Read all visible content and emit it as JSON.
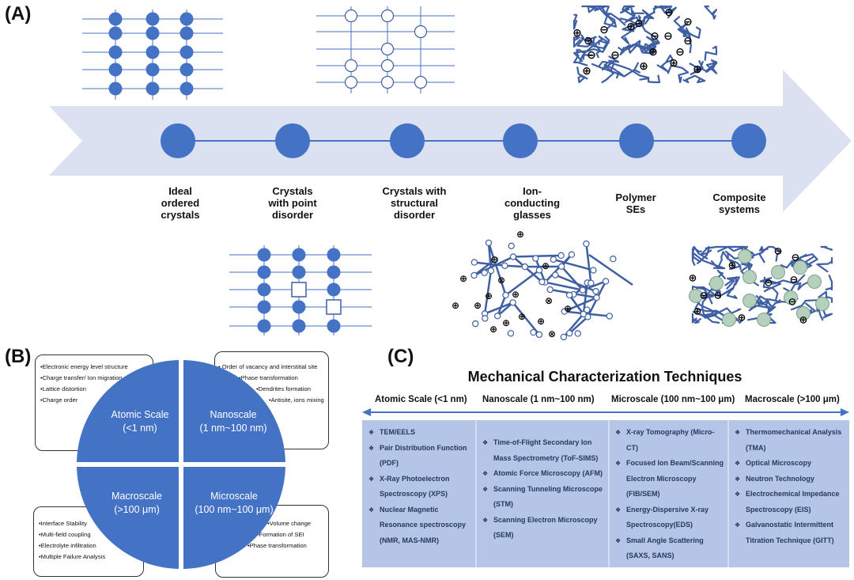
{
  "panels": {
    "a": "(A)",
    "b": "(B)",
    "c": "(C)"
  },
  "colors": {
    "accent": "#4472c4",
    "arrow": "#dbe1f0",
    "table_bg": "#b4c5e7",
    "polymer": "#3f5fa3",
    "filler": "#b5d1bd"
  },
  "panel_a": {
    "stages": [
      "Ideal\nordered\ncrystals",
      "Crystals\nwith point\ndisorder",
      "Crystals with\nstructural\ndisorder",
      "Ion-\nconducting\nglasses",
      "Polymer\nSEs",
      "Composite\nsystems"
    ],
    "symbols": {
      "plus": "⊕",
      "minus": "⊖",
      "cross": "⊗"
    }
  },
  "panel_b": {
    "quadrants": {
      "atomic": {
        "name": "Atomic Scale",
        "range": "(<1 nm)"
      },
      "nano": {
        "name": "Nanoscale",
        "range": "(1 nm~100 nm)"
      },
      "macro": {
        "name": "Macroscale",
        "range": "(>100 μm)"
      },
      "micro": {
        "name": "Microscale",
        "range": "(100 nm~100 μm)"
      }
    },
    "notes": {
      "atomic": [
        "•Electronic energy level structure",
        "•Charge transfer/ Ion migration",
        "•Lattice distortion",
        "•Charge order"
      ],
      "nano": [
        "•  Order of vacancy and interstitial site",
        "•Phase transformation",
        "•Dendrites formation",
        "•Antisite, ions mixing"
      ],
      "macro": [
        "•Interface Stability",
        "•Multi-field coupling",
        "•Electrolyte infiltration",
        "•Multiple Failure Analysis"
      ],
      "micro": [
        "•Volume change",
        "•Formation of SEI",
        "•Phase transformation"
      ]
    }
  },
  "panel_c": {
    "title": "Mechanical Characterization Techniques",
    "scales": [
      "Atomic Scale (<1 nm)",
      "Nanoscale (1 nm~100 nm)",
      "Microscale (100 nm~100 μm)",
      "Macroscale (>100 μm)"
    ],
    "diamond": "❖",
    "columns": [
      [
        [
          "TEM/EELS"
        ],
        [
          "Pair Distribution Function",
          "(PDF)"
        ],
        [
          "X-Ray Photoelectron",
          "Spectroscopy (XPS)"
        ],
        [
          "Nuclear Magnetic",
          "Resonance spectroscopy",
          "(NMR, MAS-NMR)"
        ]
      ],
      [
        [
          "Time-of-Flight Secondary Ion",
          "Mass Spectrometry (ToF-SIMS)"
        ],
        [
          "Atomic Force Microscopy (AFM)"
        ],
        [
          "Scanning Tunneling Microscope",
          "(STM)"
        ],
        [
          "Scanning Electron Microscopy",
          "(SEM)"
        ]
      ],
      [
        [
          "X-ray Tomography (Micro-CT)"
        ],
        [
          "Focused Ion Beam/Scanning",
          "Electron Microscopy",
          "(FIB/SEM)"
        ],
        [
          "Energy-Dispersive X-ray",
          "Spectroscopy(EDS)"
        ],
        [
          "Small Angle Scattering",
          "(SAXS, SANS)"
        ]
      ],
      [
        [
          "Thermomechanical Analysis",
          "(TMA)"
        ],
        [
          "Optical Microscopy"
        ],
        [
          "Neutron Technology"
        ],
        [
          "Electrochemical Impedance",
          "Spectroscopy (EIS)"
        ],
        [
          "Galvanostatic Intermittent",
          "Titration Technique (GITT)"
        ]
      ]
    ]
  }
}
